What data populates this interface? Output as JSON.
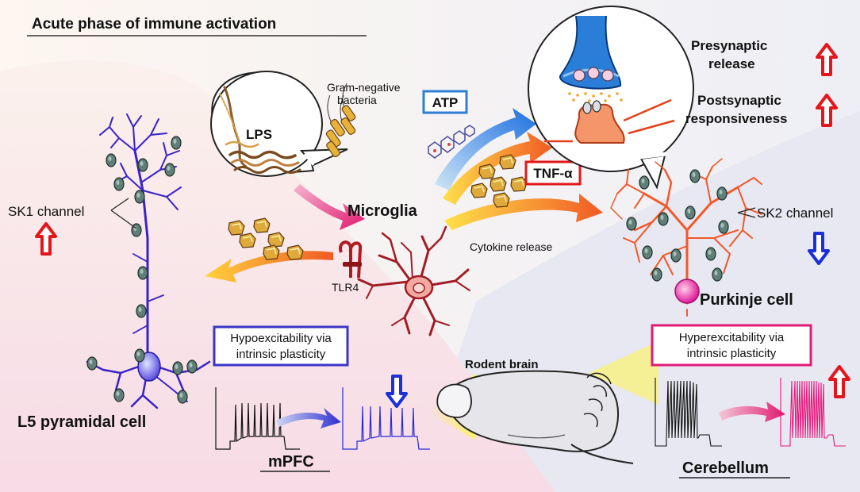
{
  "title": "Acute phase of immune activation",
  "bacteria": {
    "label_line1": "Gram-negative",
    "label_line2": "bacteria",
    "lps_label": "LPS"
  },
  "microglia": {
    "label": "Microglia",
    "receptor_label": "TLR4",
    "cytokine_label": "Cytokine release"
  },
  "molecules": {
    "atp_label": "ATP",
    "tnf_label": "TNF-α"
  },
  "synapse": {
    "presynaptic_line1": "Presynaptic",
    "presynaptic_line2": "release",
    "postsynaptic_line1": "Postsynaptic",
    "postsynaptic_line2": "responsiveness"
  },
  "left_cell": {
    "channel_label": "SK1 channel",
    "cell_label": "L5 pyramidal cell",
    "box_line1": "Hypoexcitability via",
    "box_line2": "intrinsic plasticity",
    "region_label": "mPFC"
  },
  "right_cell": {
    "channel_label": "SK2 channel",
    "cell_label": "Purkinje cell",
    "box_line1": "Hyperexcitability via",
    "box_line2": "intrinsic plasticity",
    "region_label": "Cerebellum"
  },
  "brain_label": "Rodent brain",
  "colors": {
    "up_arrow": "#e4161b",
    "down_arrow": "#1d2fd8",
    "pyramidal": "#3a22c9",
    "purkinje": "#f2592a",
    "hypo_box": "#3b35c8",
    "hyper_box": "#e01b76",
    "atp_box": "#2f7fd6",
    "tnf_box": "#e4161b"
  }
}
